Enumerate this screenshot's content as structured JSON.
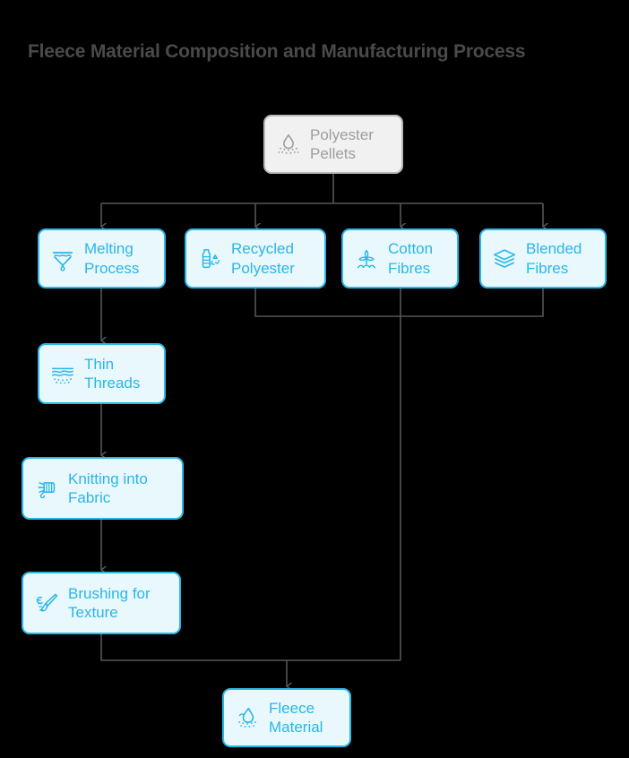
{
  "title": "Fleece Material Composition and Manufacturing Process",
  "colors": {
    "background": "#000000",
    "title_text": "#4a4a4a",
    "node_accent": "#29b6e8",
    "node_fill": "#e9f8fd",
    "node_gray_border": "#b8b8b8",
    "node_gray_fill": "#f1f1f1",
    "node_gray_text": "#9e9e9e",
    "edge": "#555555"
  },
  "nodes": {
    "polyester_pellets": {
      "label": "Polyester\nPellets",
      "icon": "droplet-pellets-icon",
      "style": "gray"
    },
    "melting_process": {
      "label": "Melting\nProcess",
      "icon": "melting-funnel-icon",
      "style": "accent"
    },
    "recycled_polyester": {
      "label": "Recycled\nPolyester",
      "icon": "bottle-recycle-icon",
      "style": "accent"
    },
    "cotton_fibres": {
      "label": "Cotton\nFibres",
      "icon": "cotton-plant-icon",
      "style": "accent"
    },
    "blended_fibres": {
      "label": "Blended\nFibres",
      "icon": "layers-stack-icon",
      "style": "accent"
    },
    "thin_threads": {
      "label": "Thin\nThreads",
      "icon": "threads-waves-icon",
      "style": "accent"
    },
    "knitting_fabric": {
      "label": "Knitting into\nFabric",
      "icon": "knitting-machine-icon",
      "style": "accent"
    },
    "brushing_texture": {
      "label": "Brushing for\nTexture",
      "icon": "brush-icon",
      "style": "accent"
    },
    "fleece_material": {
      "label": "Fleece\nMaterial",
      "icon": "fleece-droplet-icon",
      "style": "accent"
    }
  },
  "edges": [
    {
      "from": "polyester_pellets",
      "to": "melting_process"
    },
    {
      "from": "polyester_pellets",
      "to": "recycled_polyester"
    },
    {
      "from": "polyester_pellets",
      "to": "cotton_fibres"
    },
    {
      "from": "polyester_pellets",
      "to": "blended_fibres"
    },
    {
      "from": "melting_process",
      "to": "thin_threads"
    },
    {
      "from": "thin_threads",
      "to": "knitting_fabric"
    },
    {
      "from": "knitting_fabric",
      "to": "brushing_texture"
    },
    {
      "from": "brushing_texture",
      "to": "fleece_material"
    },
    {
      "from": "recycled_polyester",
      "to": "fleece_material"
    },
    {
      "from": "cotton_fibres",
      "to": "fleece_material"
    },
    {
      "from": "blended_fibres",
      "to": "fleece_material"
    }
  ]
}
